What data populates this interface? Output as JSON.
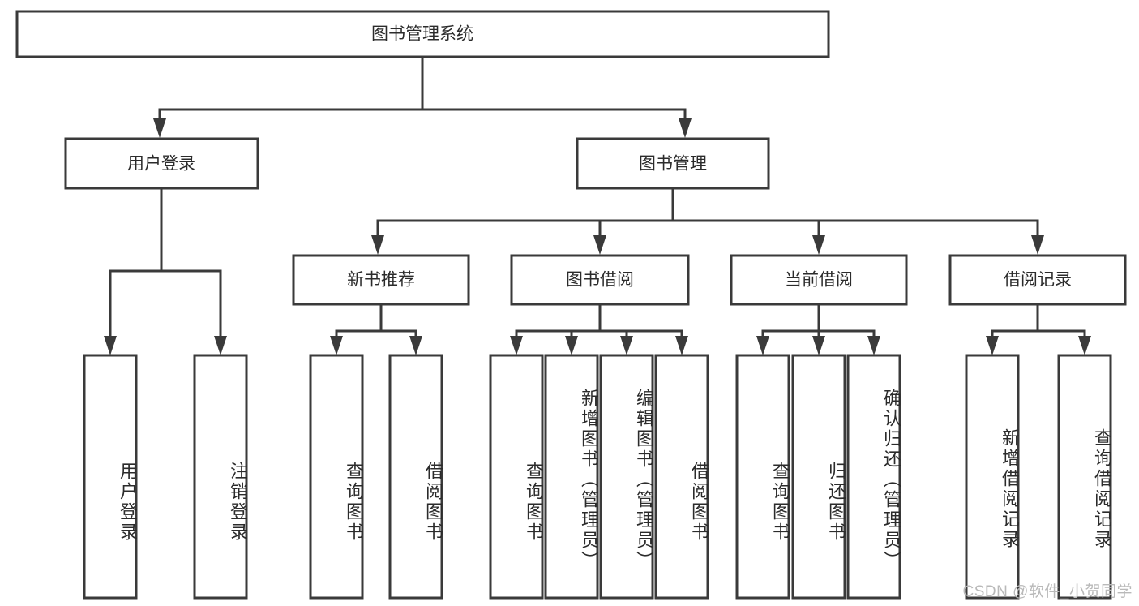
{
  "diagram": {
    "title": "图书管理系统",
    "type": "tree-hierarchy",
    "watermark": "CSDN @软件_小贺同学",
    "colors": {
      "stroke": "#3a3a3a",
      "box_fill": "#ffffff",
      "text": "#2b2b2b",
      "watermark": "#b9b9b9",
      "background": "#ffffff"
    },
    "root": {
      "label": "图书管理系统"
    },
    "level1": [
      {
        "label": "用户登录"
      },
      {
        "label": "图书管理"
      }
    ],
    "level2": [
      {
        "label": "新书推荐"
      },
      {
        "label": "图书借阅"
      },
      {
        "label": "当前借阅"
      },
      {
        "label": "借阅记录"
      }
    ],
    "leaves": {
      "user_login": [
        {
          "label": "用户登录"
        },
        {
          "label": "注销登录"
        }
      ],
      "new_book_recommend": [
        {
          "label": "查询图书"
        },
        {
          "label": "借阅图书"
        }
      ],
      "book_borrow": [
        {
          "label": "查询图书"
        },
        {
          "label": "新增图书（管理员）"
        },
        {
          "label": "编辑图书（管理员）"
        },
        {
          "label": "借阅图书"
        }
      ],
      "current_borrow": [
        {
          "label": "查询图书"
        },
        {
          "label": "归还图书"
        },
        {
          "label": "确认归还（管理员）"
        }
      ],
      "borrow_record": [
        {
          "label": "新增借阅记录"
        },
        {
          "label": "查询借阅记录"
        }
      ]
    }
  }
}
